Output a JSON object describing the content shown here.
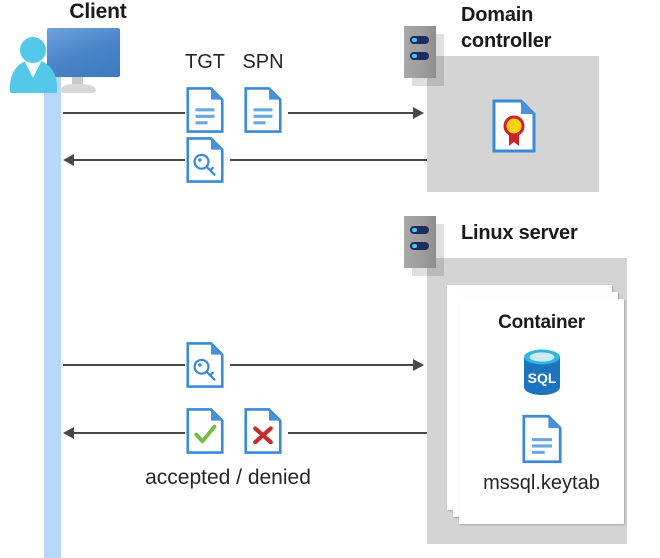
{
  "diagram": {
    "title_client": "Client",
    "title_domain_controller_line1": "Domain",
    "title_domain_controller_line2": "controller",
    "title_linux_server": "Linux server",
    "title_container": "Container",
    "label_tgt": "TGT",
    "label_spn": "SPN",
    "label_keytab_file": "mssql.keytab",
    "label_result": "accepted / denied"
  },
  "icons": {
    "client_workstation": "user-monitor-icon",
    "domain_controller_rack": "server-rack-icon",
    "linux_server_rack": "server-rack-icon",
    "certificate_document": "certificate-document-icon",
    "tgt_document": "text-document-icon",
    "spn_document": "text-document-icon",
    "ticket_key_document_1": "key-document-icon",
    "ticket_key_document_2": "key-document-icon",
    "accepted_document": "check-document-icon",
    "denied_document": "cross-document-icon",
    "sql_database": "sql-database-icon",
    "keytab_document": "text-document-icon"
  },
  "flows": [
    {
      "id": "request-ticket",
      "direction": "right",
      "from": "client",
      "to": "domain-controller"
    },
    {
      "id": "receive-ticket",
      "direction": "left",
      "from": "domain-controller",
      "to": "client"
    },
    {
      "id": "present-ticket",
      "direction": "right",
      "from": "client",
      "to": "linux-server"
    },
    {
      "id": "auth-result",
      "direction": "left",
      "from": "linux-server",
      "to": "client"
    }
  ],
  "colors": {
    "accent_blue": "#3b8ad8",
    "doc_fold_blue": "#4a90d9",
    "lifeline_blue": "#b7d7fb",
    "panel_gray": "#d4d4d4",
    "rack_gray": "#9d9d9d",
    "rack_led": "#1f2b5e",
    "led_dot": "#4fc3f7",
    "arrow_gray": "#494949",
    "check_green": "#72bf44",
    "cross_red": "#c42b2b",
    "seal_gold": "#ffd11a",
    "seal_red": "#cc2229",
    "sql_blue": "#1b74bd",
    "sql_top": "#32b4e0",
    "text_dark": "#1a1a1a"
  }
}
